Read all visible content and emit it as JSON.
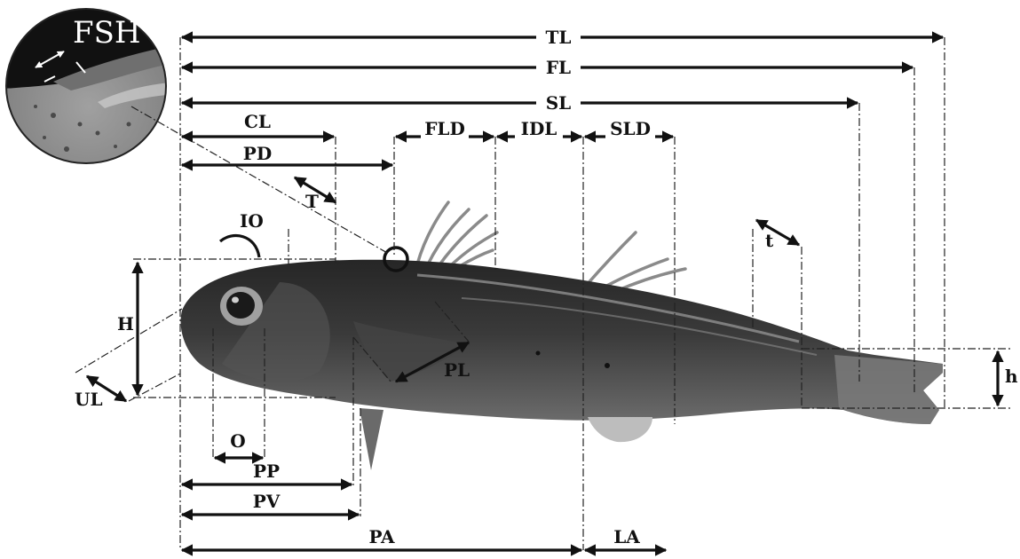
{
  "labels": {
    "fsh": "FSH",
    "tl": "TL",
    "fl": "FL",
    "sl": "SL",
    "cl": "CL",
    "pd": "PD",
    "fld": "FLD",
    "idl": "IDL",
    "sld": "SLD",
    "T": "T",
    "io": "IO",
    "t": "t",
    "H": "H",
    "pl": "PL",
    "h": "h",
    "ul": "UL",
    "o": "O",
    "pp": "PP",
    "pv": "PV",
    "pa": "PA",
    "la": "LA"
  },
  "colors": {
    "line": "#111111",
    "fish_dark": "#2b2b2b",
    "fish_mid": "#5a5a5a",
    "fish_light": "#9a9a9a",
    "inset_bg": "#8f8f8f"
  }
}
